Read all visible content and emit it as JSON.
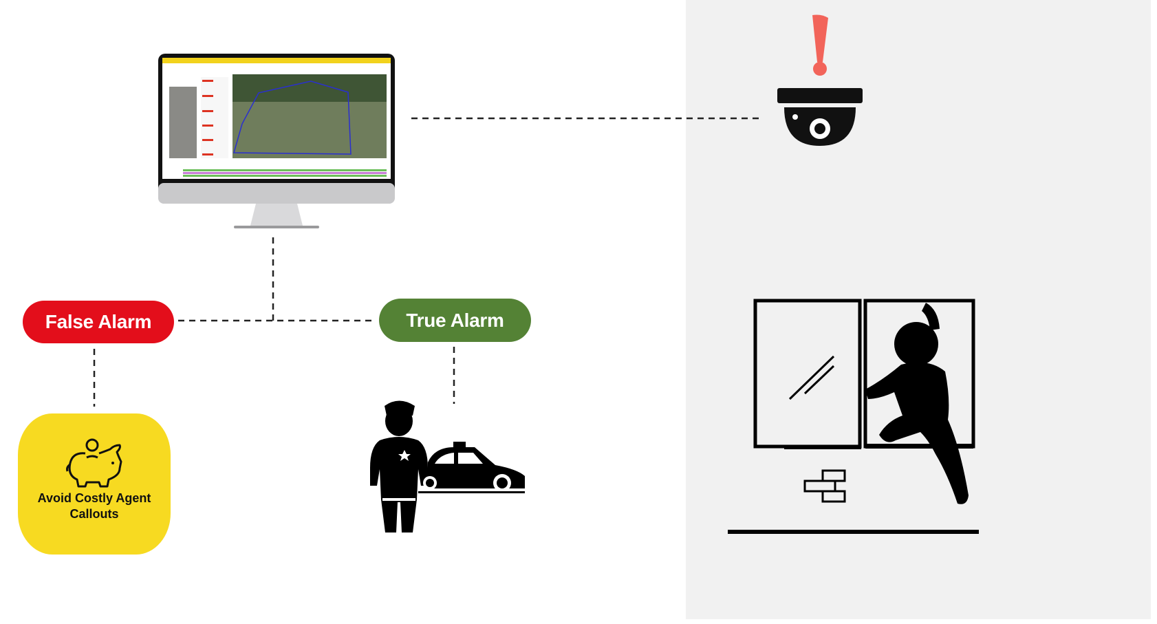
{
  "labels": {
    "false_alarm": "False Alarm",
    "true_alarm": "True Alarm",
    "callout": "Avoid Costly Agent Callouts"
  },
  "icons": [
    "monitor-icon",
    "security-camera-icon",
    "alert-exclamation-icon",
    "piggy-bank-icon",
    "police-officer-icon",
    "police-car-icon",
    "burglar-window-icon",
    "bricks-icon"
  ],
  "colors": {
    "false_alarm": "#e30e1b",
    "true_alarm": "#548235",
    "callout": "#f7da21",
    "panel": "#f1f1f1",
    "alert": "#f2645a"
  }
}
